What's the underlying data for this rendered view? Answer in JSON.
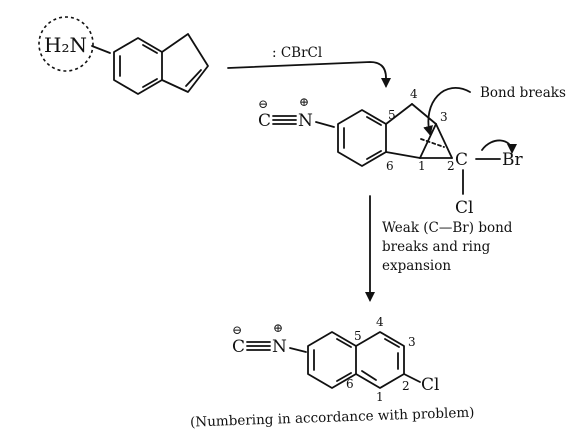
{
  "reactant": {
    "group_label": "H₂N",
    "highlight_color": "#111111"
  },
  "reagent": ": CBrCl",
  "intermediate": {
    "isocyanide_c": "C",
    "isocyanide_n": "N",
    "minus_charge": "⊖",
    "plus_charge": "⊕",
    "carbene_c": "C",
    "bromine": "Br",
    "chlorine": "Cl",
    "ring_numbers": [
      "5",
      "4",
      "3",
      "6",
      "1",
      "2"
    ],
    "annotation": "Bond breaks"
  },
  "step_note": [
    "Weak (C—Br) bond",
    "breaks and ring",
    "expansion"
  ],
  "product": {
    "isocyanide_c": "C",
    "isocyanide_n": "N",
    "minus_charge": "⊖",
    "plus_charge": "⊕",
    "chlorine": "Cl",
    "ring_numbers": [
      "5",
      "4",
      "3",
      "6",
      "1",
      "2"
    ]
  },
  "footnote": "(Numbering in accordance with problem)"
}
